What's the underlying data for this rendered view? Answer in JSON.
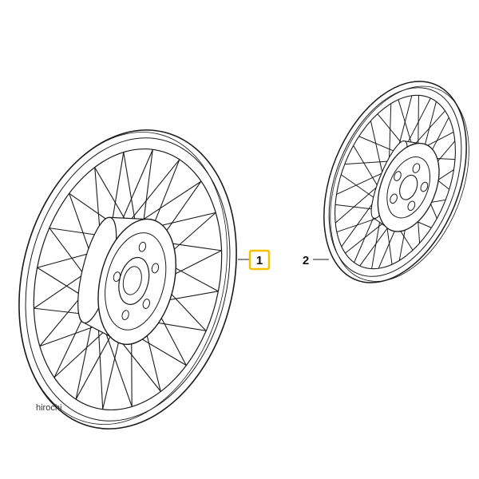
{
  "callouts": {
    "front_wheel": {
      "number": "1",
      "highlight_color": "#f2c200"
    },
    "rear_wheel": {
      "number": "2"
    }
  },
  "watermark": "hirochi",
  "colors": {
    "line": "#1a1a1a",
    "background": "#ffffff",
    "highlight": "#f2c200"
  }
}
